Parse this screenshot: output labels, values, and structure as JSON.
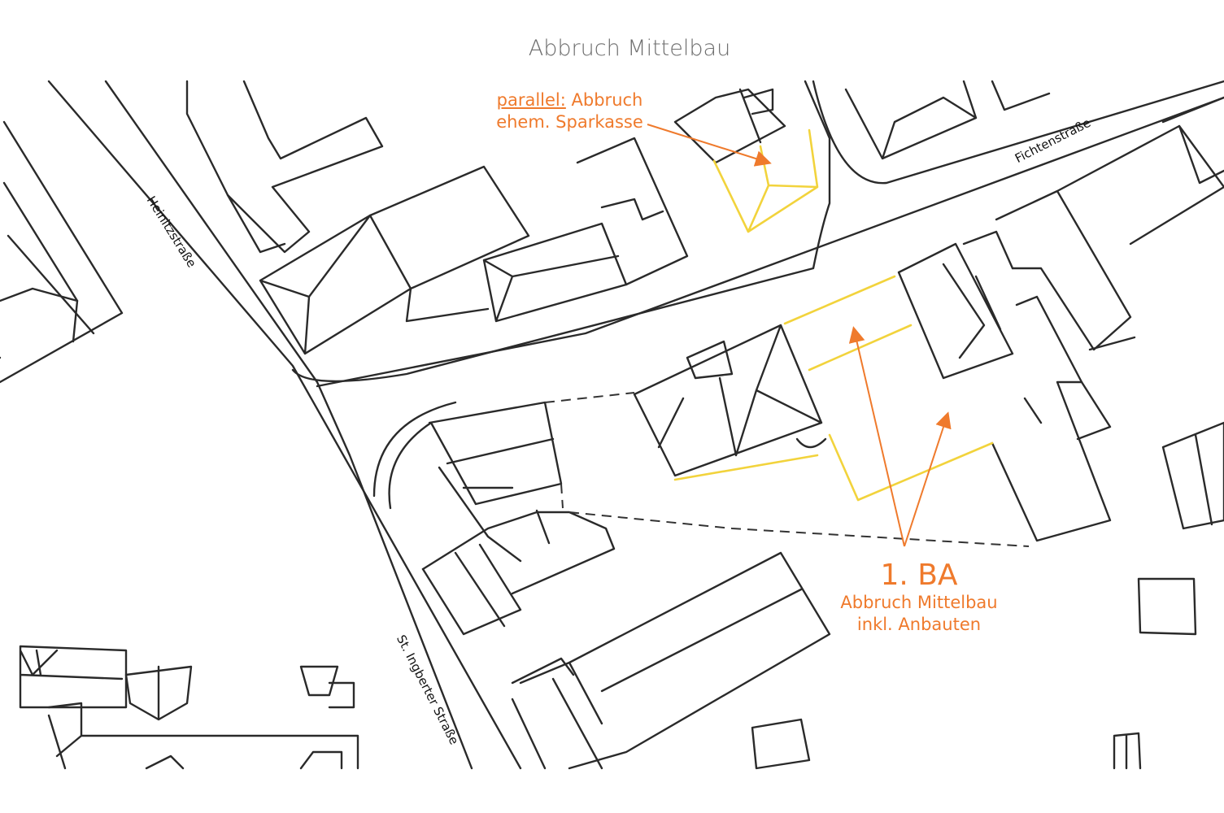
{
  "title": "Abbruch Mittelbau",
  "annotations": {
    "parallel_prefix": "parallel:",
    "parallel_text": "Abbruch",
    "parallel_line2": "ehem. Sparkasse",
    "phase_title": "1. BA",
    "phase_line1": "Abbruch Mittelbau",
    "phase_line2": "inkl. Anbauten"
  },
  "streets": {
    "heinitz": "Heinitzstraße",
    "fichten": "Fichtenstraße",
    "ingberter": "St. Ingberter Straße"
  },
  "colors": {
    "annotation": "#ef7a2c",
    "demolition_outline": "#f2d33c",
    "linework": "#2a2a2a"
  }
}
